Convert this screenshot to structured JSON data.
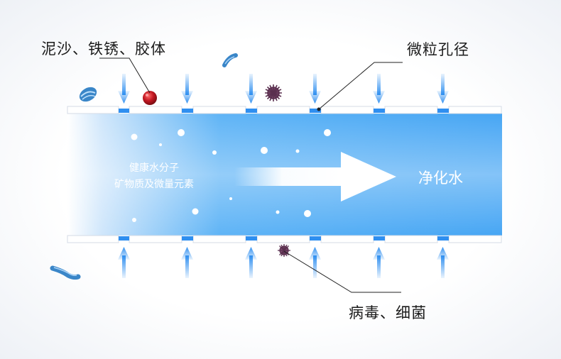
{
  "labels": {
    "contaminants": "泥沙、铁锈、胶体",
    "pore_size": "微粒孔径",
    "viruses": "病毒、细菌",
    "inner_line1": "健康水分子",
    "inner_line2": "矿物质及微量元素",
    "output": "净化水"
  },
  "colors": {
    "arrow_blue": "#2f8ff0",
    "tube_blue": "#4aa8f5",
    "particle_red": "#c81e2a",
    "virus_purple": "#6a3a5a",
    "bacteria_blue": "#3a86c8"
  }
}
